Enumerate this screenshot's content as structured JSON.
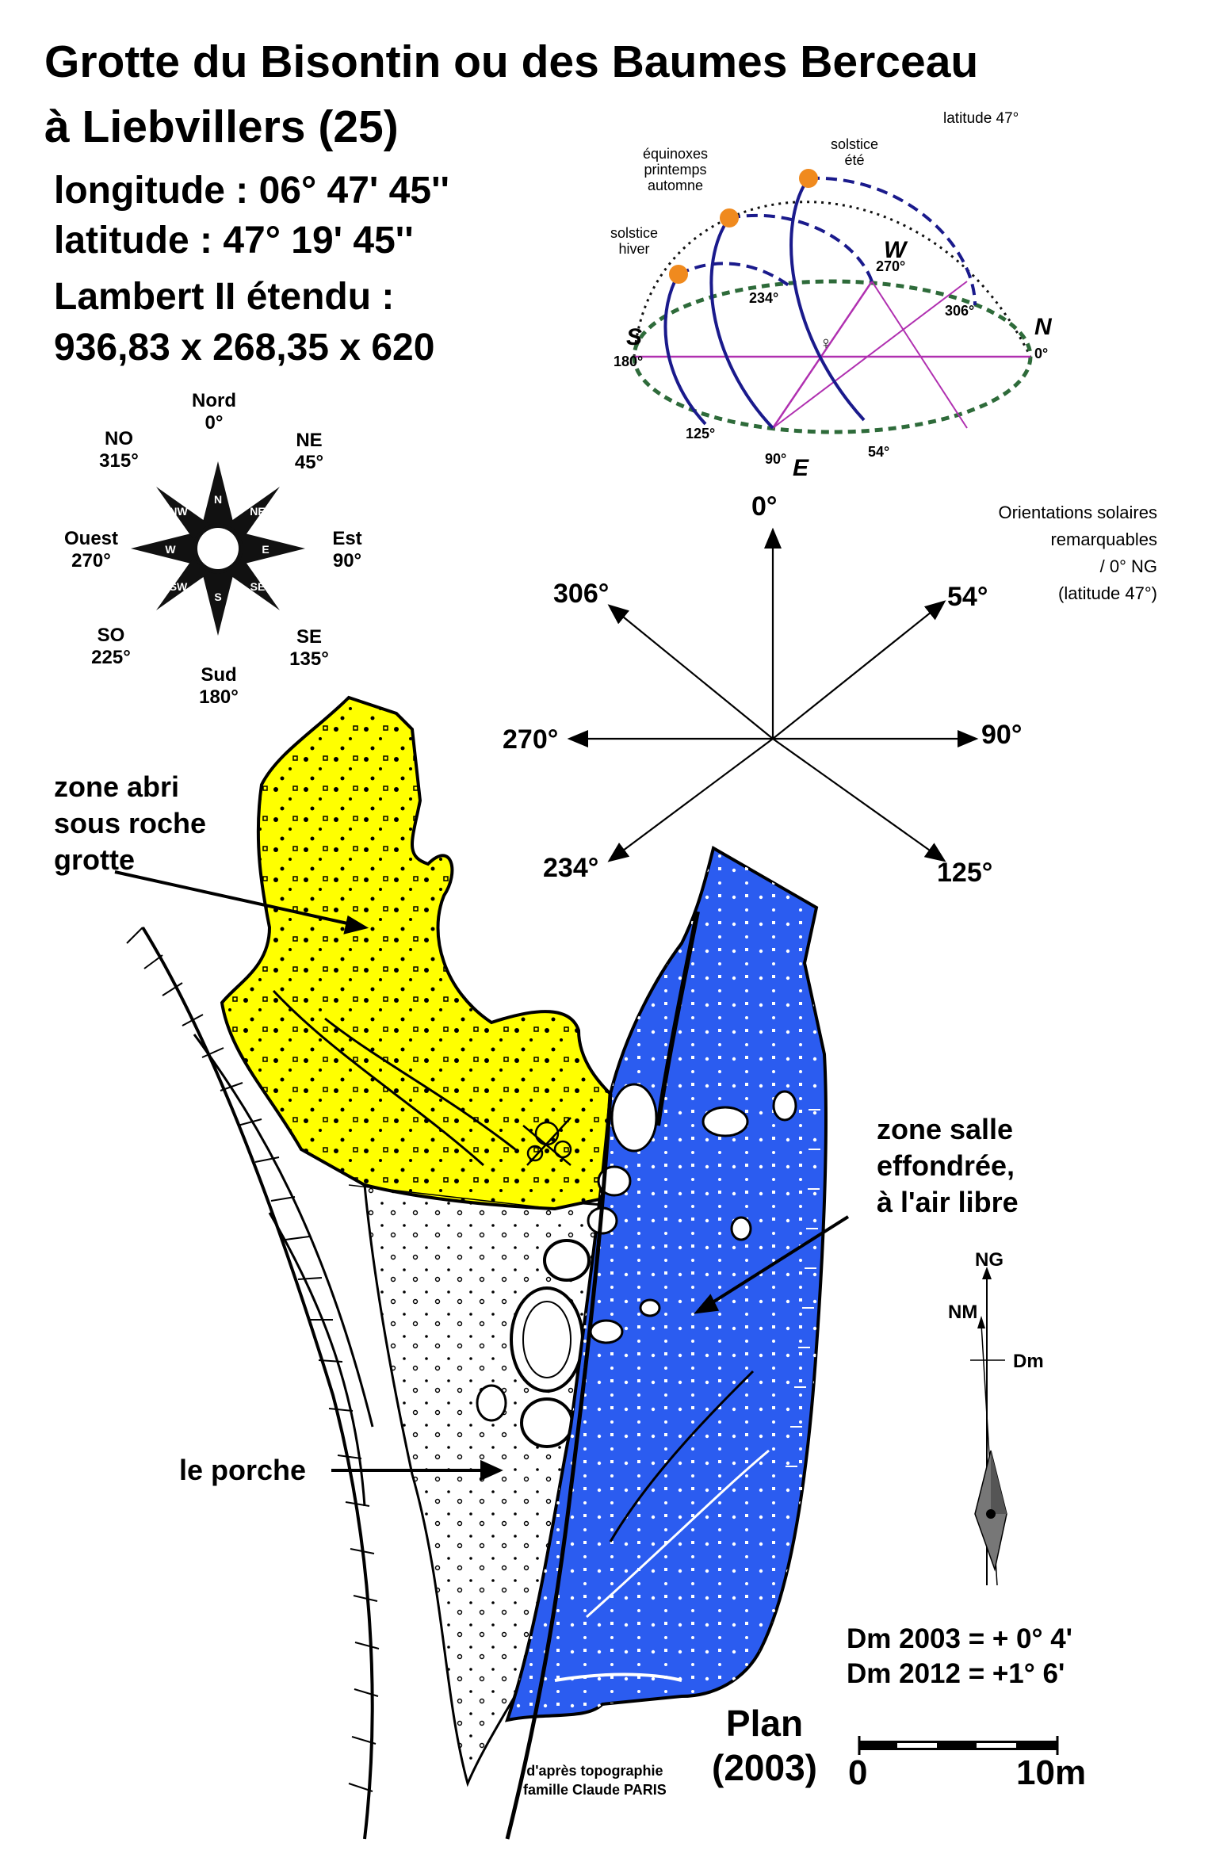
{
  "header": {
    "title_line1": "Grotte du Bisontin ou des Baumes Berceau",
    "title_line2": "à Liebvillers (25)",
    "longitude": "longitude : 06° 47' 45''",
    "latitude": "latitude : 47° 19' 45''",
    "lambert_label": "Lambert II étendu :",
    "lambert_value": "936,83 x 268,35 x 620"
  },
  "compass_rose": {
    "north": {
      "name": "Nord",
      "deg": "0°"
    },
    "northeast": {
      "name": "NE",
      "deg": "45°"
    },
    "east": {
      "name": "Est",
      "deg": "90°"
    },
    "southeast": {
      "name": "SE",
      "deg": "135°"
    },
    "south": {
      "name": "Sud",
      "deg": "180°"
    },
    "southwest": {
      "name": "SO",
      "deg": "225°"
    },
    "west": {
      "name": "Ouest",
      "deg": "270°"
    },
    "northwest": {
      "name": "NO",
      "deg": "315°"
    },
    "inner": {
      "n": "N",
      "ne": "NE",
      "e": "E",
      "se": "SE",
      "s": "S",
      "sw": "SW",
      "w": "W",
      "nw": "NW"
    }
  },
  "sun_diagram": {
    "latitude": "latitude 47°",
    "equinox": "équinoxes printemps automne",
    "equinox_l1": "équinoxes",
    "equinox_l2": "printemps",
    "equinox_l3": "automne",
    "summer_l1": "solstice",
    "summer_l2": "été",
    "winter_l1": "solstice",
    "winter_l2": "hiver",
    "S": "S",
    "N": "N",
    "W": "W",
    "E": "E",
    "deg_180": "180°",
    "deg_0": "0°",
    "deg_270": "270°",
    "deg_90": "90°",
    "deg_234": "234°",
    "deg_306": "306°",
    "deg_125": "125°",
    "deg_54": "54°"
  },
  "orientations": {
    "caption_l1": "Orientations solaires",
    "caption_l2": "remarquables",
    "caption_l3": "/ 0° NG",
    "caption_l4": "(latitude 47°)",
    "deg_0": "0°",
    "deg_54": "54°",
    "deg_90": "90°",
    "deg_125": "125°",
    "deg_234": "234°",
    "deg_270": "270°",
    "deg_306": "306°"
  },
  "zones": {
    "abri_l1": "zone abri",
    "abri_l2": "sous roche",
    "abri_l3": "grotte",
    "salle_l1": "zone salle",
    "salle_l2": "effondrée,",
    "salle_l3": "à l'air libre",
    "porche": "le porche"
  },
  "north_arrow": {
    "ng": "NG",
    "nm": "NM",
    "dm": "Dm"
  },
  "declination": {
    "dm2003": "Dm 2003 = + 0° 4'",
    "dm2012": "Dm 2012 = +1° 6'"
  },
  "plan": {
    "l1": "Plan",
    "l2": "(2003)"
  },
  "scale": {
    "zero": "0",
    "ten": "10m"
  },
  "credit": {
    "l1": "d'après topographie",
    "l2": "famille Claude PARIS"
  },
  "colors": {
    "yellow_zone": "#ffff00",
    "blue_zone": "#2b5cf0",
    "sun": "#f08a1e",
    "path_blue": "#1a1a8c",
    "horizon_green": "#2e6b3a",
    "axis_magenta": "#b030b0"
  }
}
